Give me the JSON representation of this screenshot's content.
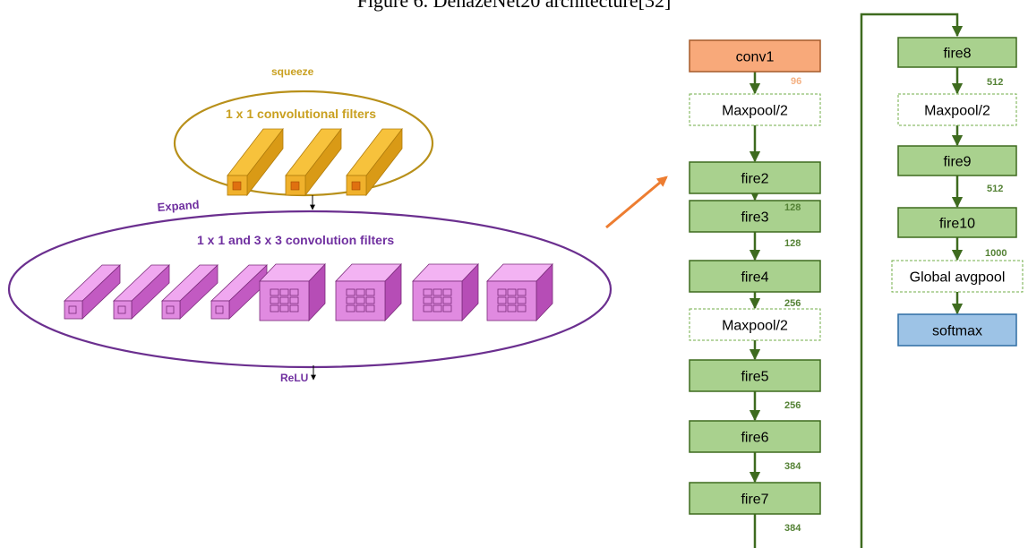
{
  "title": "Figure 6. DehazeNet20 architecture[32]",
  "fire_module": {
    "squeeze_label": "squeeze",
    "squeeze_filters": "1 x 1 convolutional filters",
    "expand_label": "Expand",
    "expand_filters": "1 x 1 and 3 x 3 convolution filters",
    "relu_label": "ReLU"
  },
  "pipeline": {
    "blocks": [
      {
        "label": "conv1",
        "kind": "conv"
      },
      {
        "label": "Maxpool/2",
        "kind": "pool"
      },
      {
        "label": "fire2",
        "kind": "fire"
      },
      {
        "label": "fire3",
        "kind": "fire"
      },
      {
        "label": "fire4",
        "kind": "fire"
      },
      {
        "label": "Maxpool/2",
        "kind": "pool"
      },
      {
        "label": "fire5",
        "kind": "fire"
      },
      {
        "label": "fire6",
        "kind": "fire"
      },
      {
        "label": "fire7",
        "kind": "fire"
      },
      {
        "label": "fire8",
        "kind": "fire"
      },
      {
        "label": "Maxpool/2",
        "kind": "pool"
      },
      {
        "label": "fire9",
        "kind": "fire"
      },
      {
        "label": "fire10",
        "kind": "fire"
      },
      {
        "label": "Global avgpool",
        "kind": "pool"
      },
      {
        "label": "softmax",
        "kind": "softmax"
      }
    ],
    "channels": [
      "96",
      "128",
      "128",
      "256",
      "256",
      "384",
      "384",
      "512",
      "512",
      "1000"
    ]
  },
  "colors": {
    "squeeze_ellipse": "#b8901a",
    "squeeze_text": "#c9a020",
    "expand_ellipse": "#6b2f8f",
    "expand_text": "#7030a0",
    "conv_fill": "#f8a97a",
    "fire_fill": "#a9d18e",
    "softmax_fill": "#9dc3e6",
    "connector": "#3e6b1f",
    "channel_text": "#548235",
    "conv_channel_text": "#f4b183",
    "arrow": "#ed7d31"
  }
}
